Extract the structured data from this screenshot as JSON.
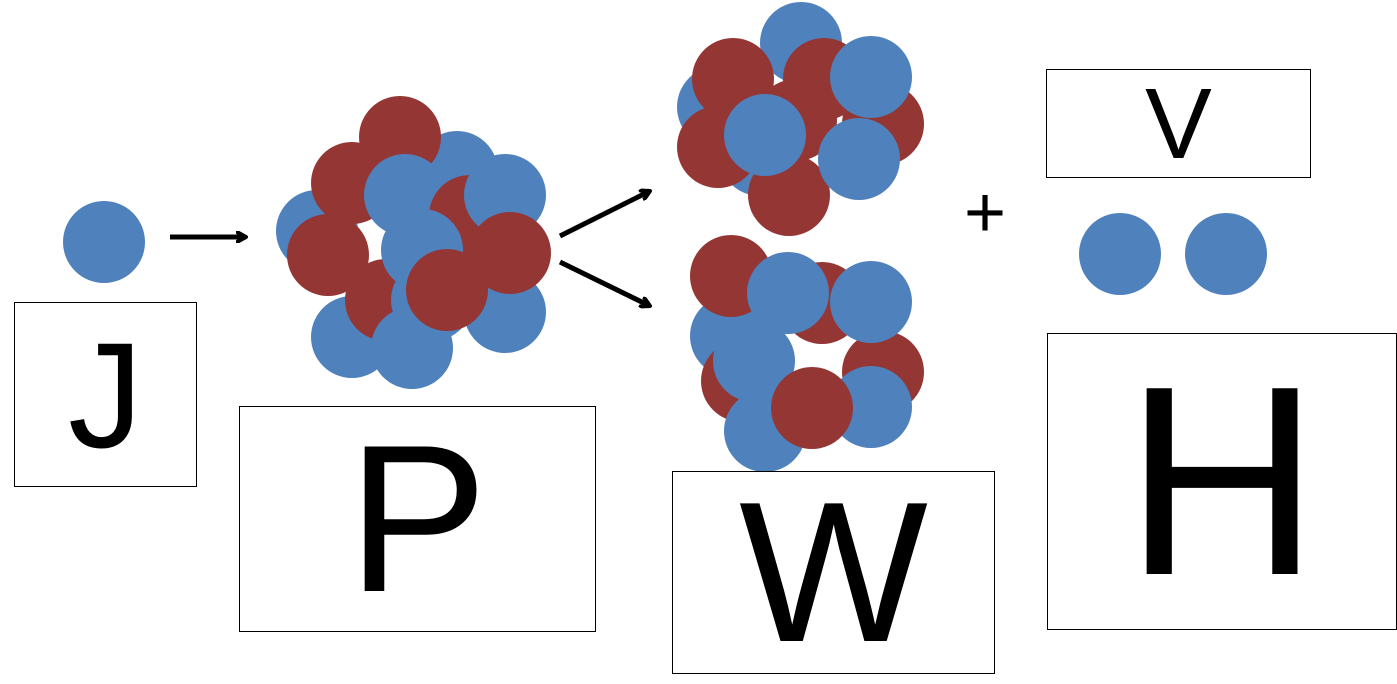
{
  "colors": {
    "neutron": "#4f81bd",
    "proton": "#943634",
    "arrow": "#000000",
    "box_border": "#000000"
  },
  "labels": {
    "incoming_neutron": "J",
    "target_nucleus": "P",
    "fission_fragments": "W",
    "released_neutrons_top": "V",
    "released_neutrons_bottom": "H"
  },
  "plus": "+",
  "particles": {
    "incoming_neutron_count": 1,
    "released_neutron_count": 2
  }
}
